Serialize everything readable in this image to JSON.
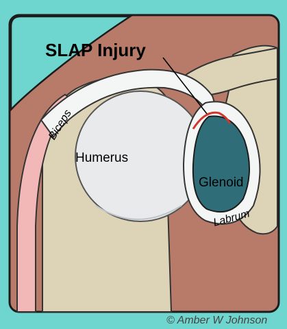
{
  "diagram": {
    "title": "SLAP Injury",
    "labels": {
      "biceps": "Biceps",
      "humerus": "Humerus",
      "glenoid": "Glenoid",
      "labrum": "Labrum"
    },
    "credit": "© Amber W Johnson"
  },
  "colors": {
    "background_teal": "#6fd6cf",
    "muscle": "#b87b6a",
    "bone": "#ddd3b6",
    "cartilage": "#e8eaec",
    "glenoid": "#2f6e78",
    "tendon_pink": "#f2b8b8",
    "injury_red": "#d2362e",
    "outline": "#222222"
  }
}
